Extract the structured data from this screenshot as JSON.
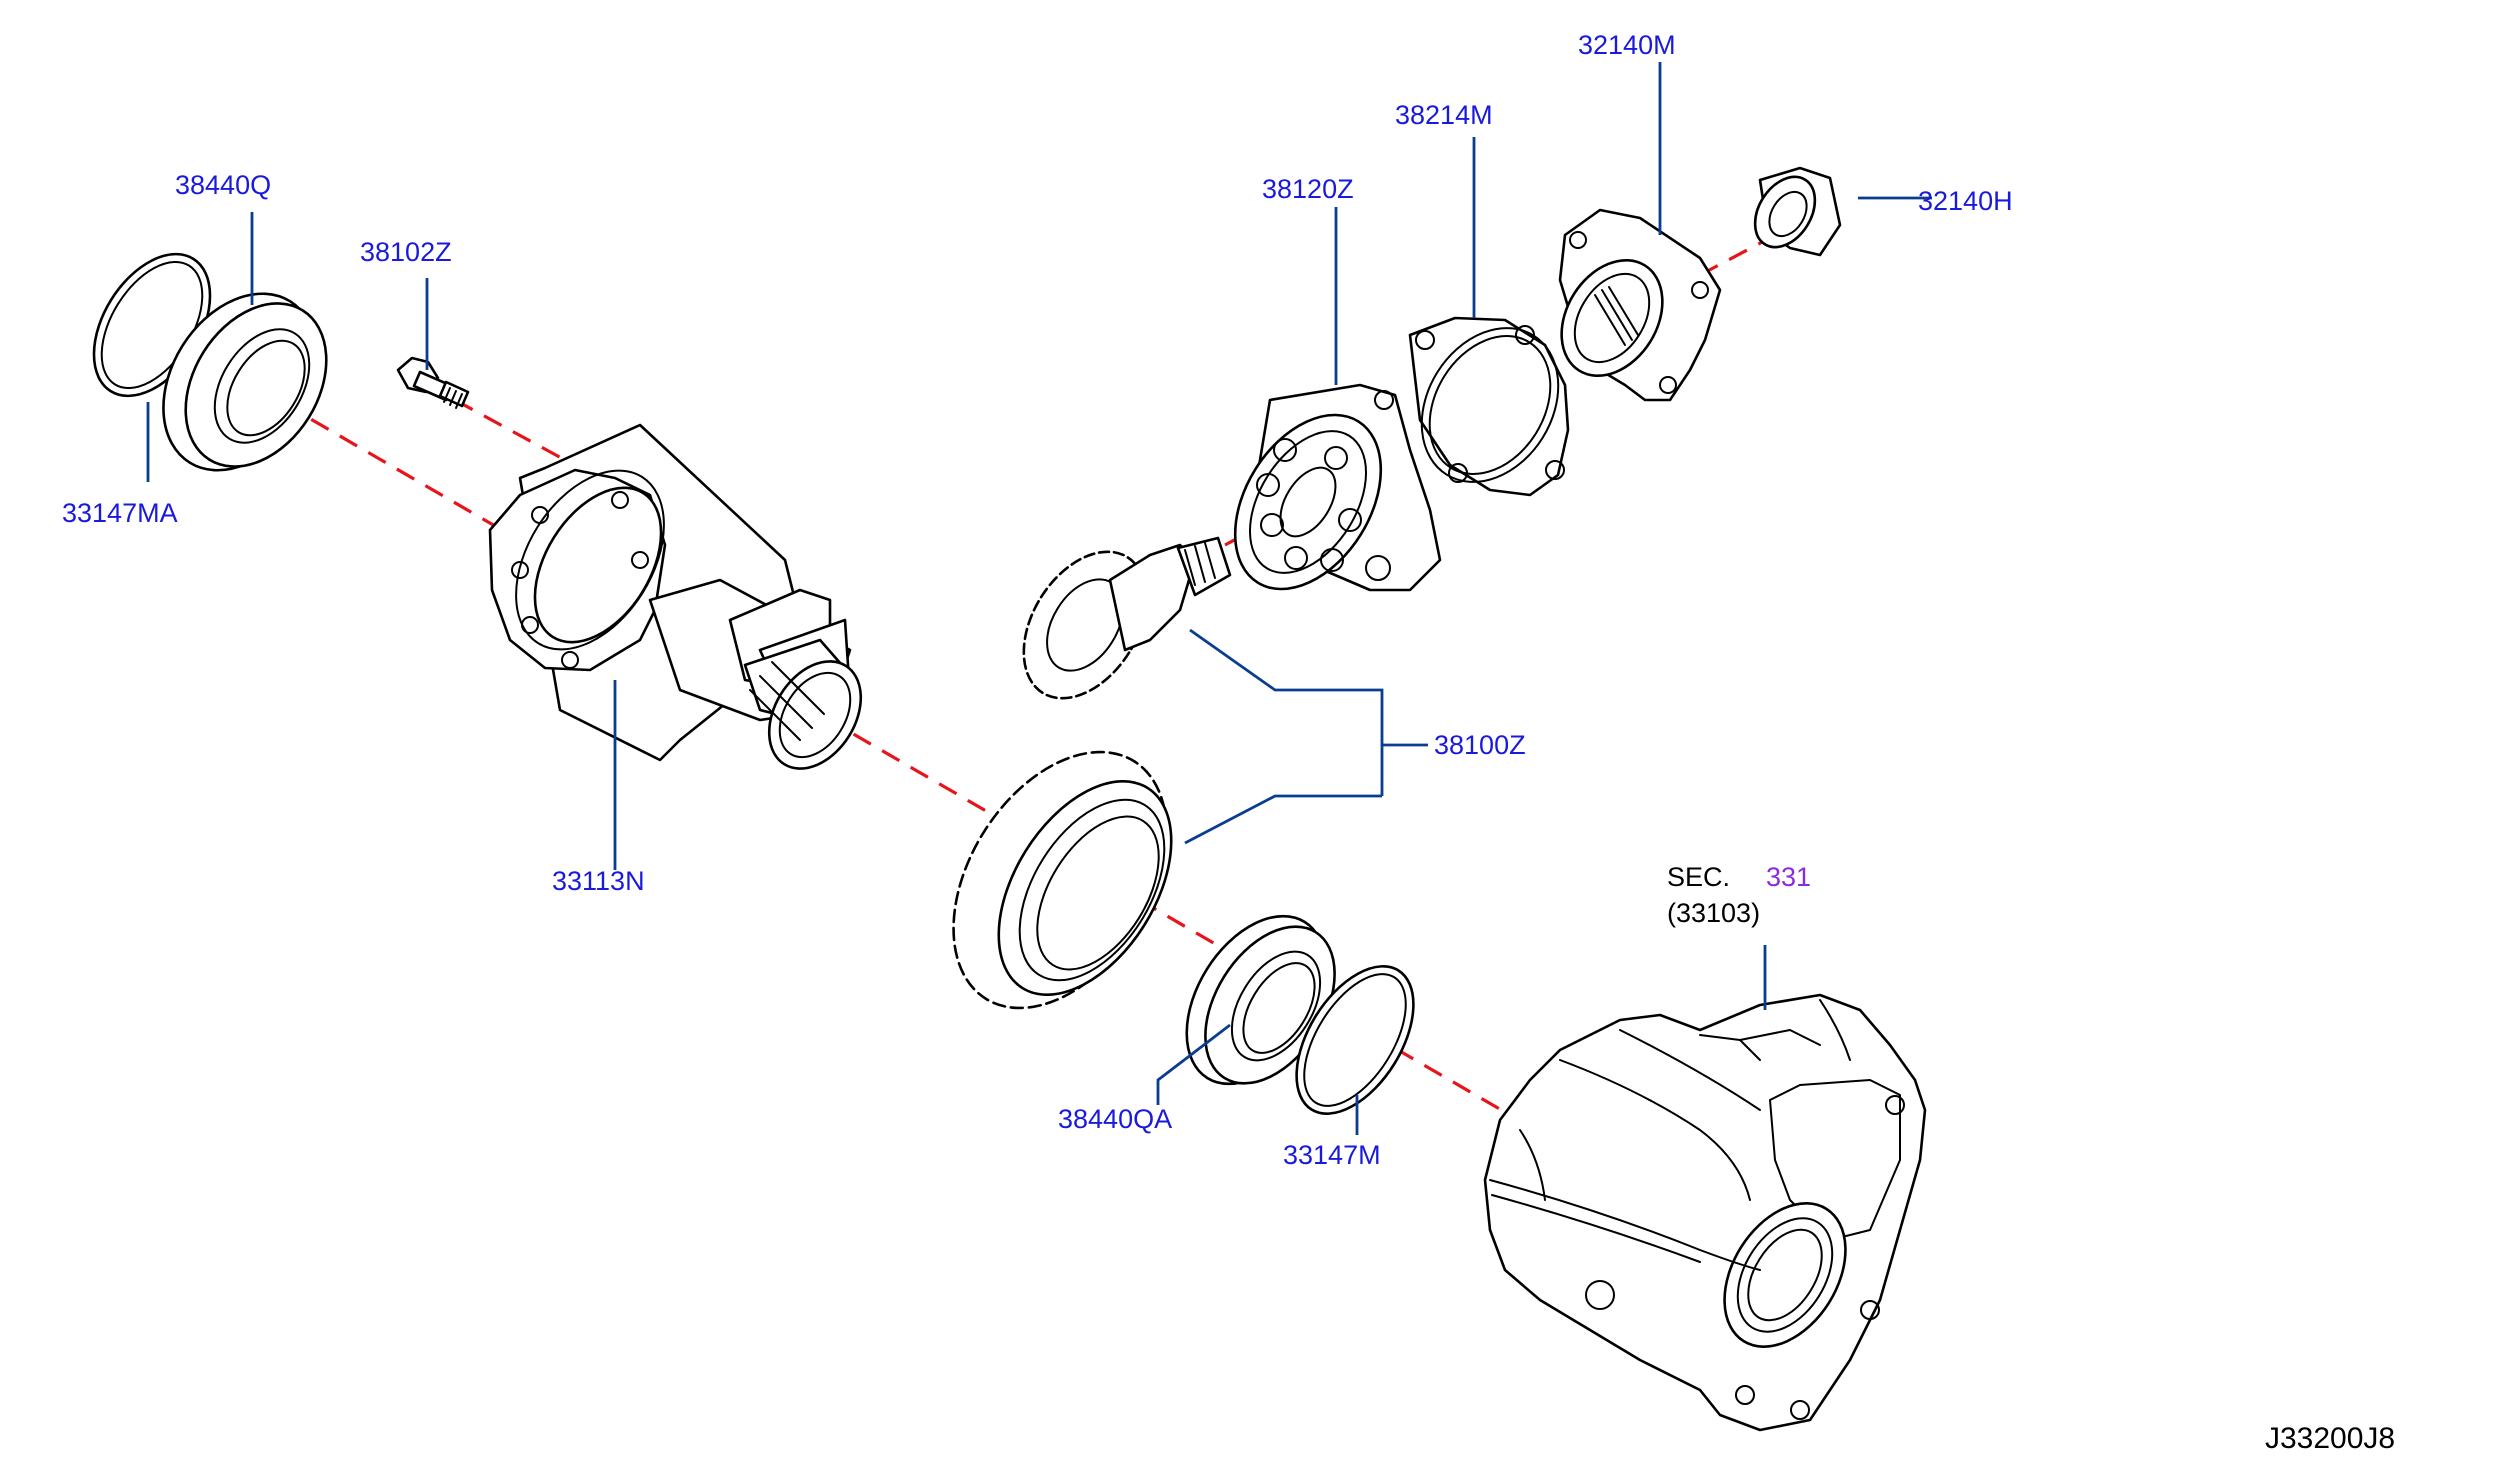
{
  "colors": {
    "label": "#1a1adc",
    "leader": "#0a3d91",
    "axis": "#e8141b",
    "sec_link": "#8a2be2",
    "outline": "#000000"
  },
  "labels": {
    "p38440Q": "38440Q",
    "p38102Z": "38102Z",
    "p33147MA": "33147MA",
    "p38120Z": "38120Z",
    "p38214M": "38214M",
    "p32140M": "32140M",
    "p32140H": "32140H",
    "p38100Z": "38100Z",
    "p33113N": "33113N",
    "p38440QA": "38440QA",
    "p33147M": "33147M"
  },
  "section_ref": {
    "prefix": "SEC.",
    "number": "331",
    "part": "(33103)"
  },
  "diagram_id": "J33200J8"
}
